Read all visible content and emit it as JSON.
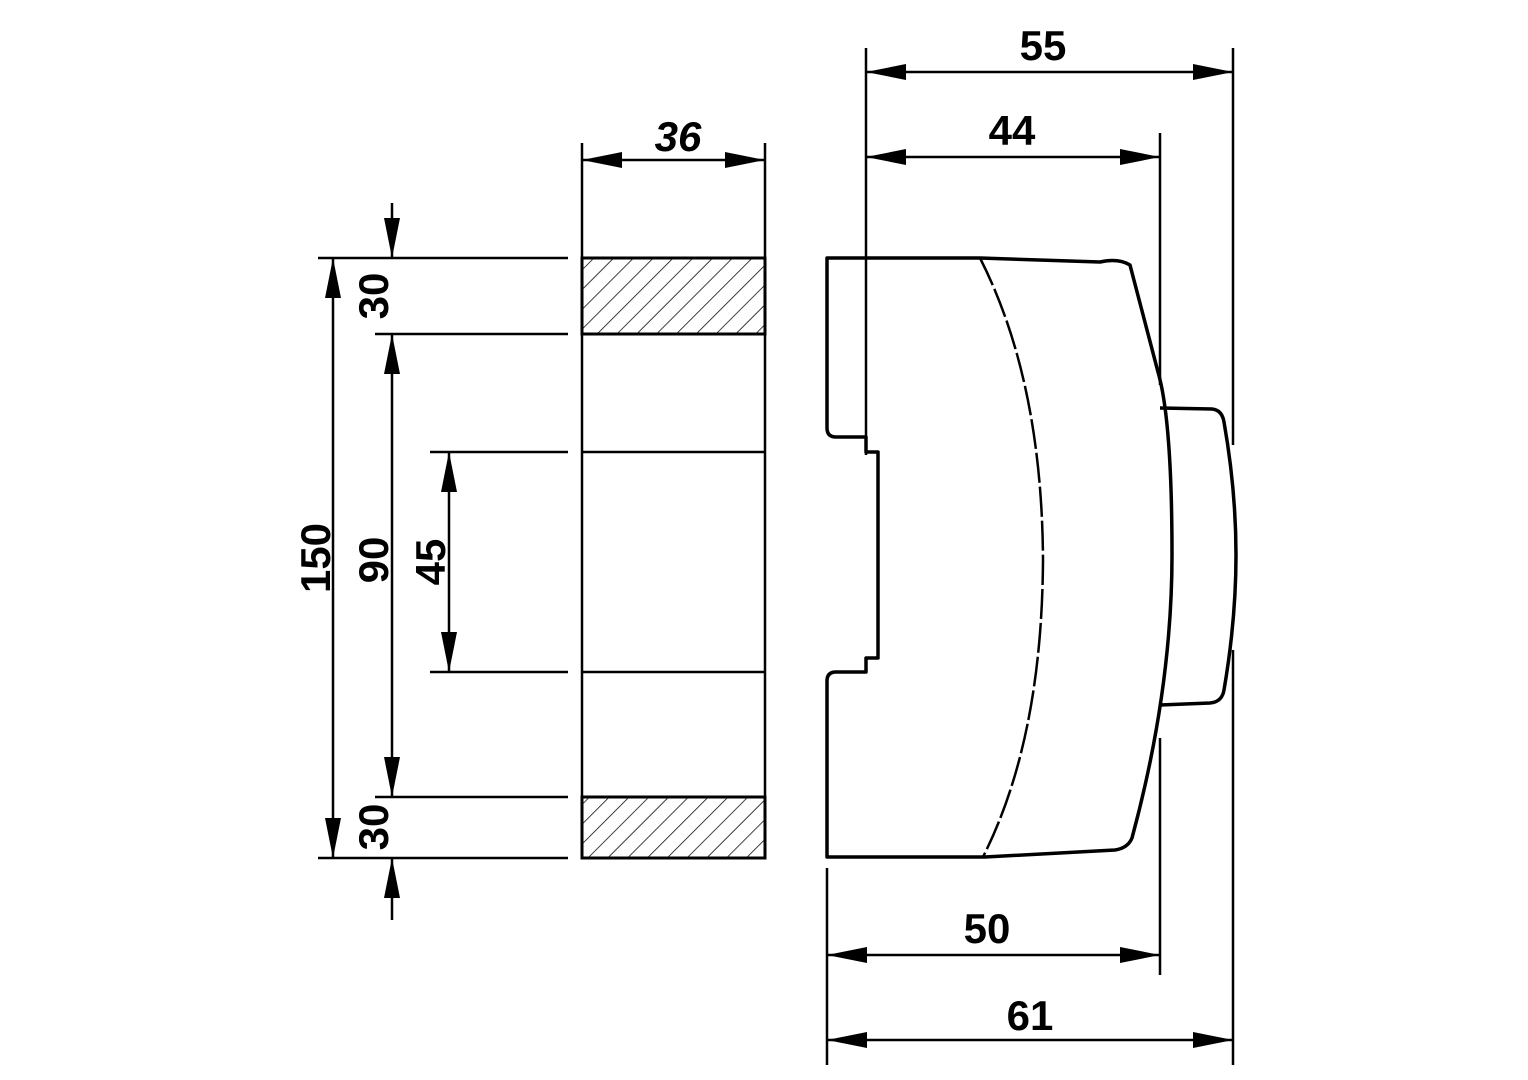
{
  "title": "Dimensional drawing - DIN rail mounted housing",
  "colors": {
    "ink": "#000000",
    "background": "#ffffff"
  },
  "front_view": {
    "width_label": "36",
    "height_total_label": "150",
    "top_margin_label": "30",
    "middle_label": "90",
    "bottom_margin_label": "30",
    "rail_label": "45"
  },
  "side_view": {
    "depth_55_label": "55",
    "depth_44_label": "44",
    "depth_50_label": "50",
    "depth_61_label": "61"
  }
}
